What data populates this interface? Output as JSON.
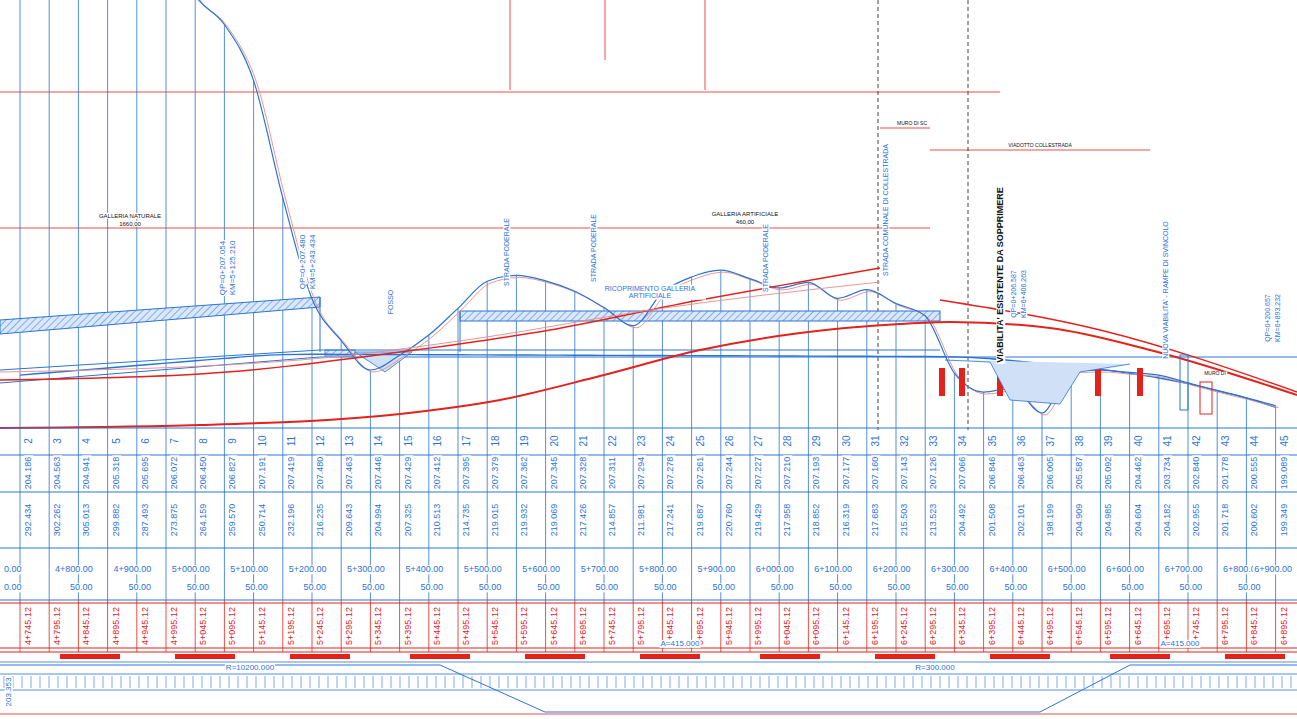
{
  "diagram": {
    "labels": [
      "2",
      "3",
      "4",
      "5",
      "6",
      "7",
      "8",
      "9",
      "10",
      "11",
      "12",
      "13",
      "14",
      "15",
      "16",
      "17",
      "18",
      "19",
      "20",
      "21",
      "22",
      "23",
      "24",
      "25",
      "26",
      "27",
      "28",
      "29",
      "30",
      "31",
      "32",
      "33",
      "34",
      "35",
      "36",
      "37",
      "38",
      "39",
      "40",
      "41",
      "42",
      "43",
      "44",
      "45",
      "204.186",
      "204.563",
      "204.941",
      "205.318",
      "205.695",
      "206.072",
      "206.450",
      "206.827",
      "207.191",
      "207.419",
      "207.480",
      "207.463",
      "207.446",
      "207.429",
      "207.412",
      "207.395",
      "207.379",
      "207.362",
      "207.345",
      "207.328",
      "207.311",
      "207.294",
      "207.278",
      "207.261",
      "207.244",
      "207.227",
      "207.210",
      "207.193",
      "207.177",
      "207.160",
      "207.143",
      "207.126",
      "207.066",
      "206.846",
      "206.463",
      "206.005",
      "205.587",
      "205.092",
      "204.462",
      "203.734",
      "202.840",
      "201.778",
      "200.555",
      "199.089",
      "292.434",
      "302.262",
      "305.013",
      "299.882",
      "287.493",
      "273.875",
      "264.159",
      "259.570",
      "250.714",
      "232.196",
      "216.235",
      "209.643",
      "204.994",
      "207.325",
      "210.513",
      "214.735",
      "219.015",
      "219.932",
      "219.069",
      "217.426",
      "214.857",
      "211.981",
      "217.241",
      "219.687",
      "220.760",
      "219.429",
      "217.958",
      "218.852",
      "216.319",
      "217.683",
      "215.503",
      "213.523",
      "204.492",
      "201.508",
      "202.101",
      "198.199",
      "204.909",
      "204.985",
      "204.604",
      "204.182",
      "202.955",
      "201.718",
      "200.602",
      "199.349",
      "4+800.00",
      "4+900.00",
      "5+000.00",
      "5+100.00",
      "5+200.00",
      "5+300.00",
      "5+400.00",
      "5+500.00",
      "5+600.00",
      "5+700.00",
      "5+800.00",
      "5+900.00",
      "6+000.00",
      "6+100.00",
      "6+200.00",
      "6+300.00",
      "6+400.00",
      "6+500.00",
      "6+600.00",
      "6+700.00",
      "6+800.00",
      "6+900.00",
      "50.00",
      "50.00",
      "50.00",
      "50.00",
      "50.00",
      "50.00",
      "50.00",
      "50.00",
      "50.00",
      "50.00",
      "50.00",
      "50.00",
      "50.00",
      "50.00",
      "50.00",
      "50.00",
      "50.00",
      "50.00",
      "50.00",
      "50.00",
      "50.00",
      "4+745.12",
      "4+795.12",
      "4+845.12",
      "4+895.12",
      "4+945.12",
      "4+995.12",
      "5+045.12",
      "5+095.12",
      "5+145.12",
      "5+195.12",
      "5+245.12",
      "5+295.12",
      "5+345.12",
      "5+395.12",
      "5+445.12",
      "5+495.12",
      "5+545.12",
      "5+595.12",
      "5+645.12",
      "5+695.12",
      "5+745.12",
      "5+795.12",
      "5+845.12",
      "5+895.12",
      "5+945.12",
      "5+995.12",
      "6+045.12",
      "6+095.12",
      "6+145.12",
      "6+195.12",
      "6+245.12",
      "6+295.12",
      "6+345.12",
      "6+395.12",
      "6+445.12",
      "6+495.12",
      "6+545.12",
      "6+595.12",
      "6+645.12",
      "6+695.12",
      "6+745.12",
      "6+795.12",
      "6+845.12",
      "6+895.12",
      "0.00",
      "0.00",
      "GALLERIA NATURALE",
      "1660,00",
      "QP=0+207.054",
      "KM=5+125.210",
      "QP=0+207.480",
      "KM=5+243.434",
      "FOSSO",
      "STRADA PODERALE",
      "STRADA PODERALE",
      "RICOPRIMENTO GALLERIA ARTIFICIALE",
      "GALLERIA ARTIFICIALE",
      "460,00",
      "STRADA PODERALE",
      "STRADA COMUNALE DI COLLESTRADA",
      "MURO DI SC",
      "VIADOTTO COLLESTRADA",
      "VIABILITA' ESISTENTE DA SOPPRIMERE",
      "QP=0+206.587",
      "KM=6+406.263",
      "NUOVA VIABILITA' - RAMPE DI SVINCOLO",
      "QP=0+200.657",
      "KM=6+893.232",
      "MURO DI",
      "A=415.000",
      "A=415.000",
      "R=10200.000",
      "R=300.000",
      "203.353"
    ]
  }
}
